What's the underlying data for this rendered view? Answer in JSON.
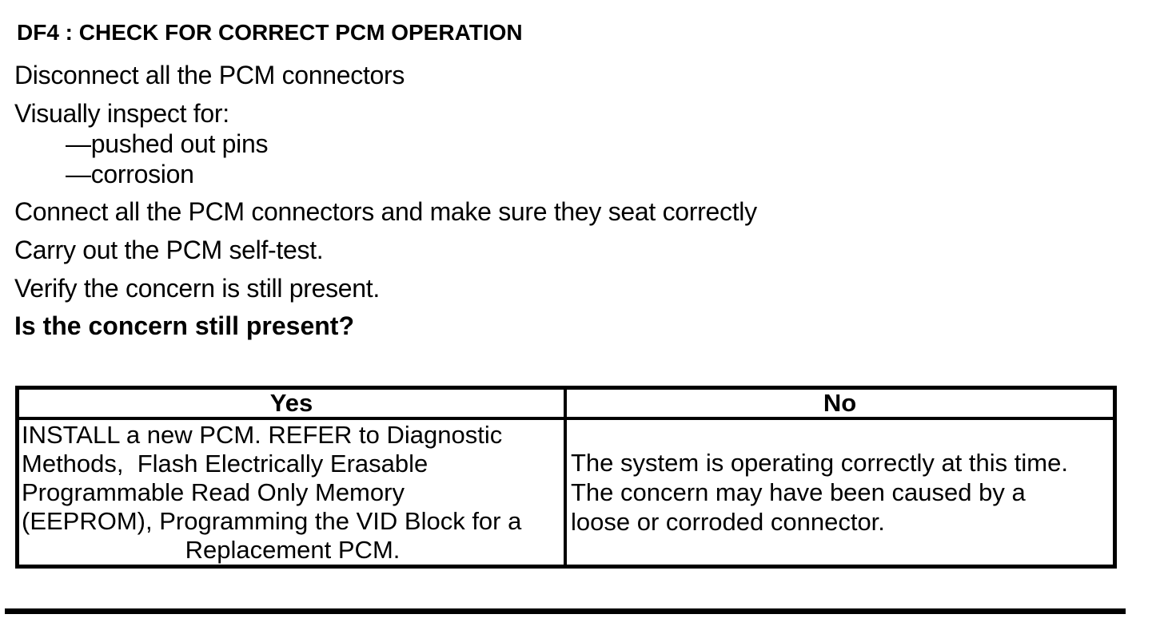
{
  "page": {
    "title": "DF4 : CHECK FOR CORRECT PCM OPERATION"
  },
  "procedure": {
    "step_disconnect": "Disconnect all the PCM connectors",
    "step_inspect_intro": "Visually inspect for:",
    "inspect_items": [
      "—pushed out pins",
      "—corrosion"
    ],
    "step_connect": "Connect all the PCM connectors and make sure they seat correctly",
    "step_self_test": "Carry out the PCM self-test.",
    "step_verify": "Verify the concern is still present.",
    "question": "Is the concern still present?"
  },
  "decision_table": {
    "columns": [
      "Yes",
      "No"
    ],
    "yes_action_lines": [
      "INSTALL a new PCM. REFER to Diagnostic",
      "Methods,  Flash Electrically Erasable",
      "Programmable Read Only Memory",
      "(EEPROM), Programming the VID Block for a",
      "Replacement PCM."
    ],
    "no_action_lines": [
      "The system is operating correctly at this time.",
      "The concern may have been caused by a",
      "loose or corroded connector."
    ]
  },
  "colors": {
    "ink": "#000000",
    "paper": "#ffffff"
  }
}
